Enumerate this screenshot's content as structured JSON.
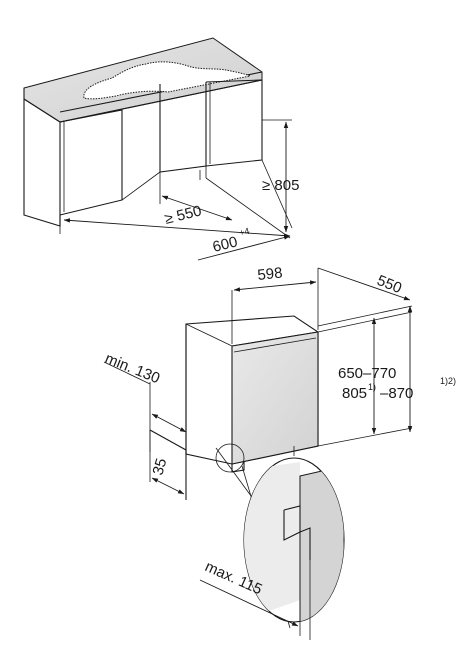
{
  "installation_diagram": {
    "niche": {
      "height_label": "≥ 805",
      "depth_label": "≥ 550",
      "width_label": "600",
      "width_tolerance": "+4"
    },
    "appliance": {
      "width_label": "598",
      "depth_label": "550",
      "door_range_label": "650–770",
      "height_range_main": "805",
      "height_range_mark_1": "1)",
      "height_range_sep": "–870",
      "height_range_mark_2": "1)2)",
      "plinth_min_label": "min. 130",
      "plinth_label": "35",
      "max_label": "max. 115"
    }
  }
}
